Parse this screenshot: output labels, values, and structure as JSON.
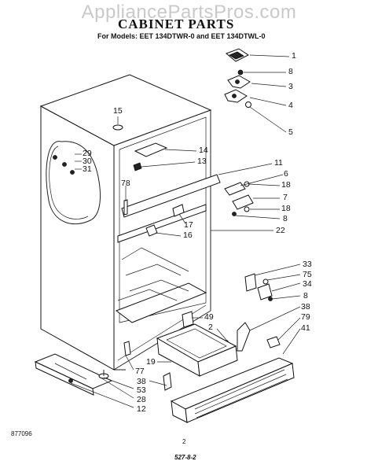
{
  "header": {
    "watermark": "AppliancePartsPros.com",
    "title": "CABINET PARTS",
    "models": "For Models: EET 134DTWR-0 and EET 134DTWL-0"
  },
  "labels": [
    {
      "id": "1",
      "text": "1"
    },
    {
      "id": "8a",
      "text": "8"
    },
    {
      "id": "3",
      "text": "3"
    },
    {
      "id": "4",
      "text": "4"
    },
    {
      "id": "5",
      "text": "5"
    },
    {
      "id": "15",
      "text": "15"
    },
    {
      "id": "29",
      "text": "29"
    },
    {
      "id": "30",
      "text": "30"
    },
    {
      "id": "31",
      "text": "31"
    },
    {
      "id": "14",
      "text": "14"
    },
    {
      "id": "13",
      "text": "13"
    },
    {
      "id": "11",
      "text": "11"
    },
    {
      "id": "6",
      "text": "6"
    },
    {
      "id": "18a",
      "text": "18"
    },
    {
      "id": "7",
      "text": "7"
    },
    {
      "id": "78",
      "text": "78"
    },
    {
      "id": "18b",
      "text": "18"
    },
    {
      "id": "8b",
      "text": "8"
    },
    {
      "id": "17",
      "text": "17"
    },
    {
      "id": "22",
      "text": "22"
    },
    {
      "id": "16",
      "text": "16"
    },
    {
      "id": "33",
      "text": "33"
    },
    {
      "id": "75",
      "text": "75"
    },
    {
      "id": "34",
      "text": "34"
    },
    {
      "id": "8c",
      "text": "8"
    },
    {
      "id": "38a",
      "text": "38"
    },
    {
      "id": "49",
      "text": "49"
    },
    {
      "id": "2",
      "text": "2"
    },
    {
      "id": "79",
      "text": "79"
    },
    {
      "id": "41",
      "text": "41"
    },
    {
      "id": "19",
      "text": "19"
    },
    {
      "id": "77",
      "text": "77"
    },
    {
      "id": "38b",
      "text": "38"
    },
    {
      "id": "53",
      "text": "53"
    },
    {
      "id": "28",
      "text": "28"
    },
    {
      "id": "12",
      "text": "12"
    }
  ],
  "footer": {
    "code": "877096",
    "page": "2",
    "date": "527-8-2"
  }
}
